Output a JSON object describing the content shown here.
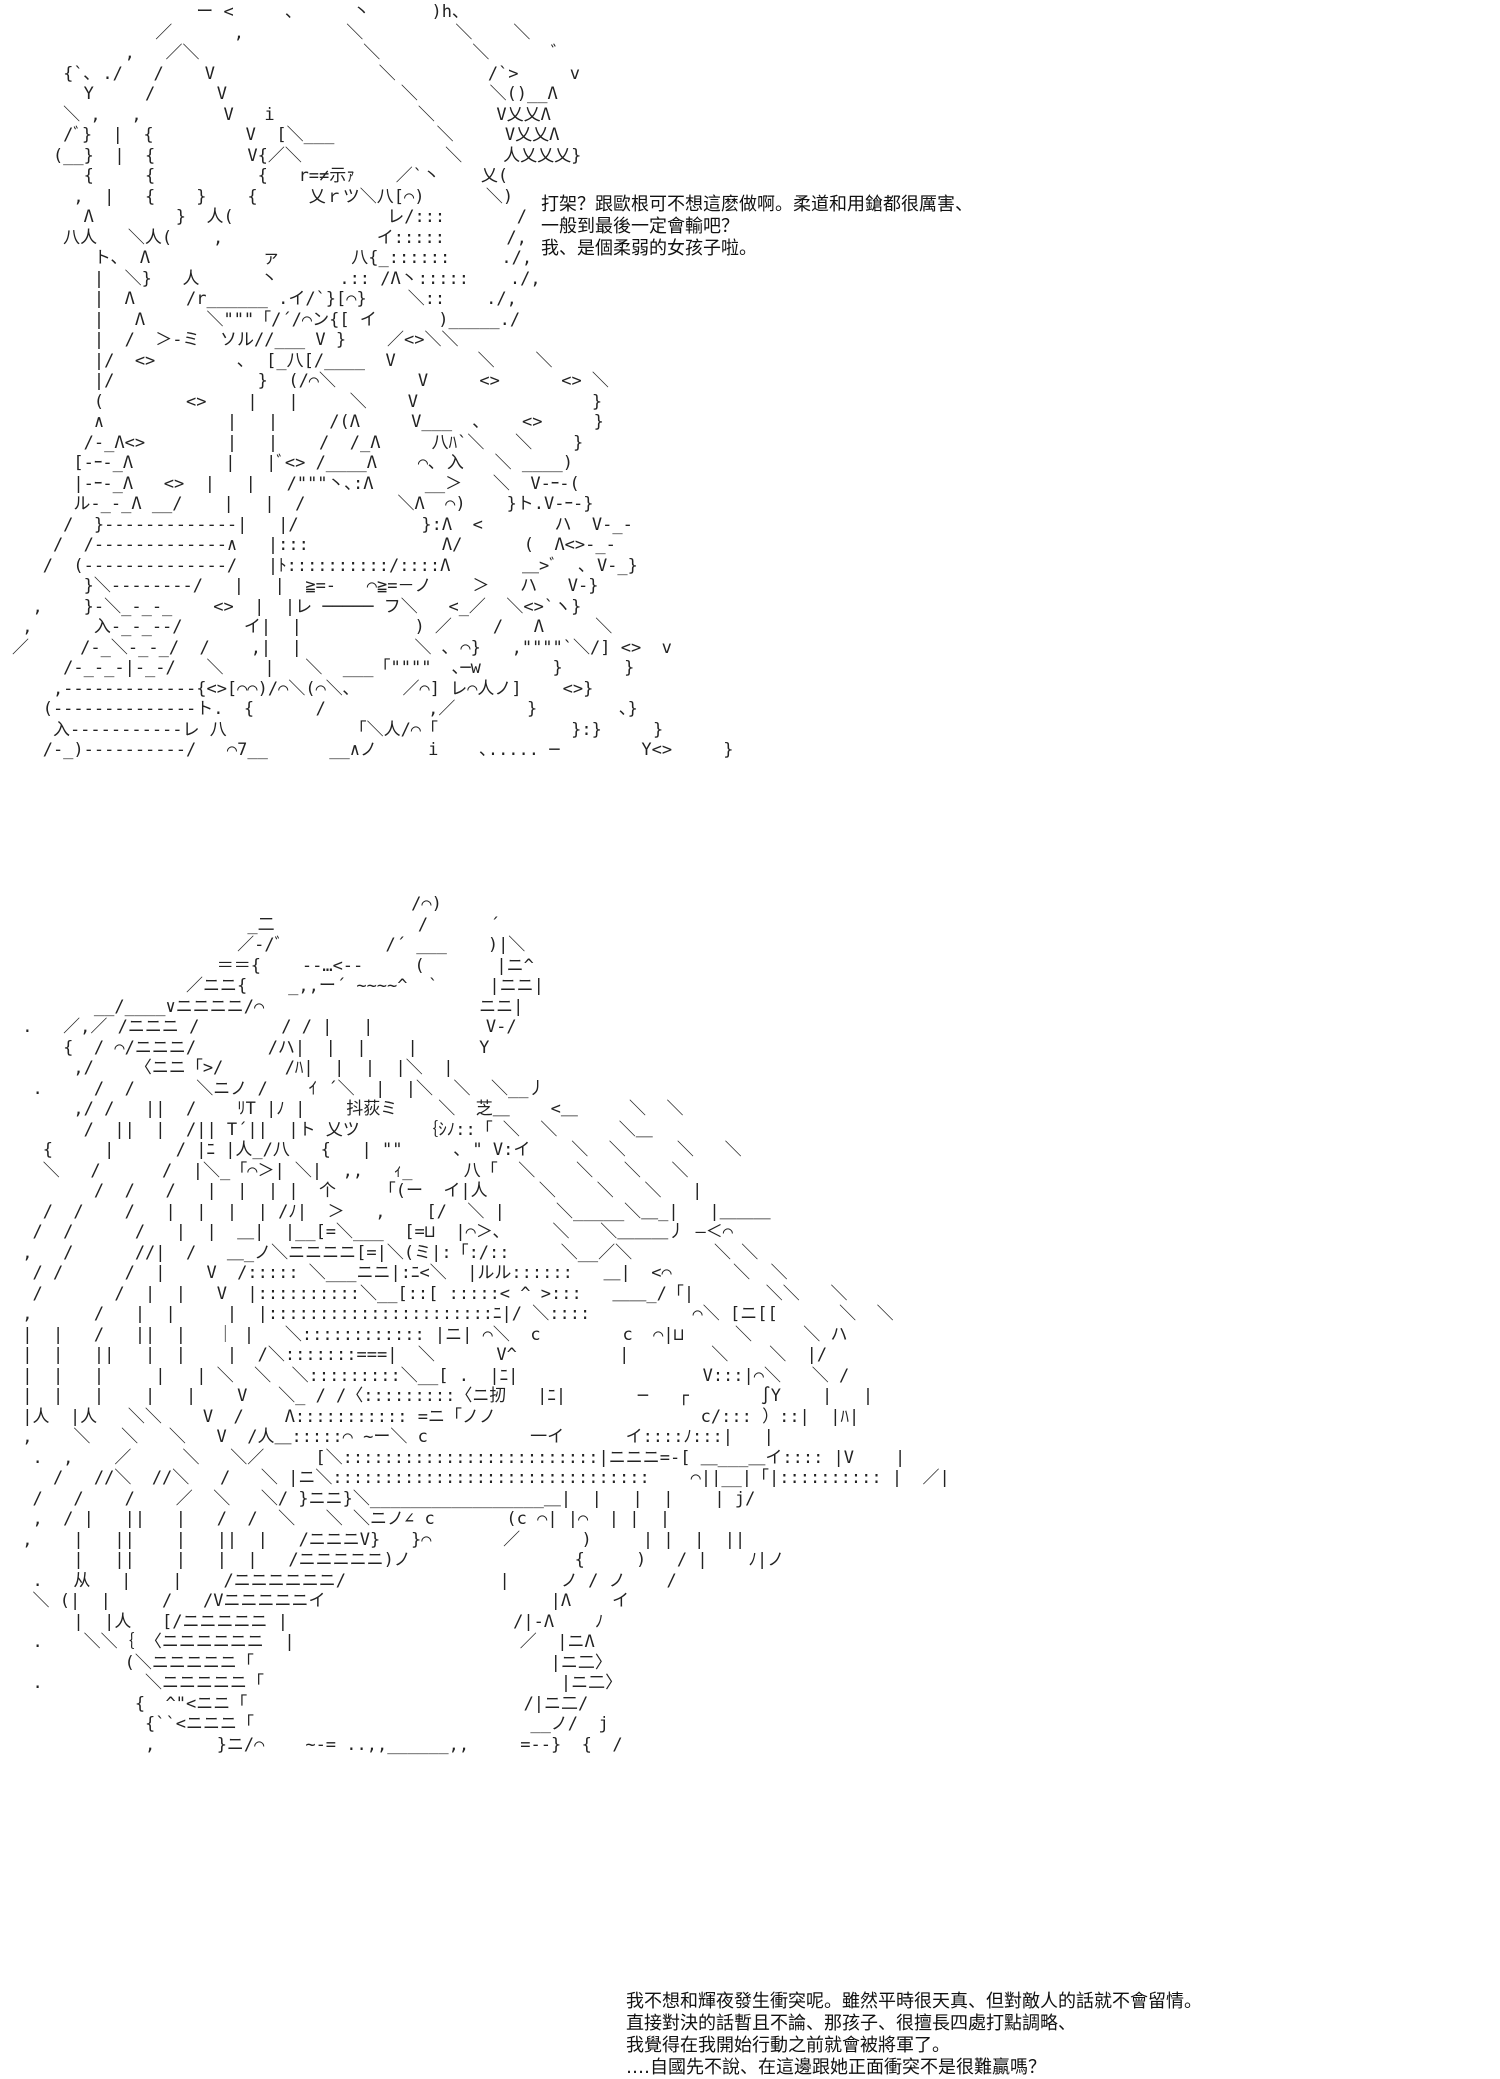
{
  "panels": [
    {
      "dialogue": [
        "打架？跟歐根可不想這麽做啊。柔道和用鎗都很厲害、",
        "一般到最後一定會輸吧？",
        "我、是個柔弱的女孩子啦。"
      ]
    },
    {
      "dialogue": [
        "我不想和輝夜發生衝突呢。雖然平時很天真、但對敵人的話就不會留情。",
        "直接對決的話暫且不論、那孩子、很擅長四處打點調略、",
        "我覺得在我開始行動之前就會被將軍了。",
        "‥‥自國先不說、在這邊跟她正面衝突不是很難贏嗎？"
      ]
    }
  ]
}
